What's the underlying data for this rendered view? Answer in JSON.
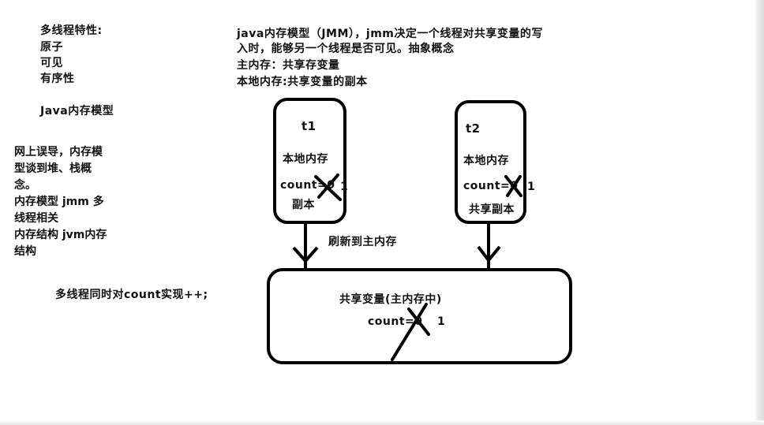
{
  "top_left": {
    "title": "多线程特性:",
    "items": [
      "原子",
      "可见",
      "有序性"
    ],
    "java_memory_model": "Java内存模型"
  },
  "left_note": {
    "lines": [
      "网上误导，内存模",
      "型谈到堆、栈概",
      "念。",
      "内存模型 jmm 多",
      "线程相关",
      "内存结构 jvm内存",
      "结构"
    ]
  },
  "bottom_left_note": "多线程同时对count实现++;",
  "top_right": {
    "lines": [
      "java内存模型（JMM），jmm决定一个线程对共享变量的写",
      "入时，能够另一个线程是否可见。抽象概念",
      "主内存：共享存变量",
      "本地内存:共享变量的副本"
    ]
  },
  "t1": {
    "name": "t1",
    "label": "本地内存",
    "count": "count=0",
    "new_value": "1",
    "sub": "副本"
  },
  "t2": {
    "name": "t2",
    "label": "本地内存",
    "count": "count=0",
    "new_value": "1",
    "sub": "共享副本"
  },
  "arrow_label": "刷新到主内存",
  "main_memory": {
    "label": "共享变量(主内存中)",
    "count": "count=0",
    "new_value": "1"
  }
}
